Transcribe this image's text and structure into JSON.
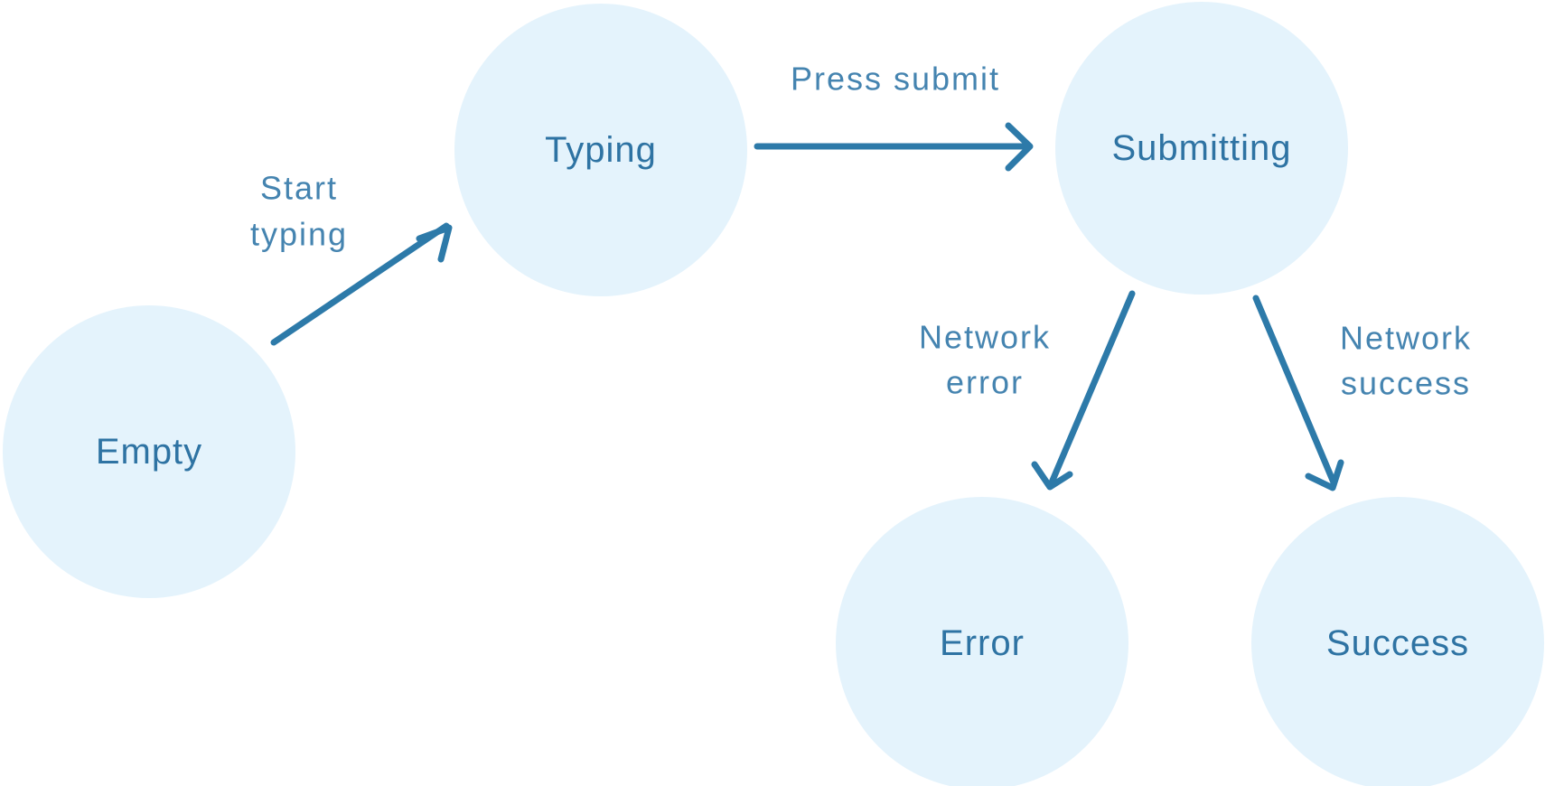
{
  "diagram": {
    "type": "state-machine",
    "colors": {
      "node_fill": "#e4f3fc",
      "node_label": "#2e73a3",
      "arrow": "#2d7aa9",
      "edge_label": "#4584b0"
    },
    "nodes": [
      {
        "id": "empty",
        "label": "Empty"
      },
      {
        "id": "typing",
        "label": "Typing"
      },
      {
        "id": "submitting",
        "label": "Submitting"
      },
      {
        "id": "error",
        "label": "Error"
      },
      {
        "id": "success",
        "label": "Success"
      }
    ],
    "edges": [
      {
        "from": "empty",
        "to": "typing",
        "label": "Start typing",
        "label_lines": [
          "Start",
          "typing"
        ]
      },
      {
        "from": "typing",
        "to": "submitting",
        "label": "Press submit",
        "label_lines": [
          "Press submit"
        ]
      },
      {
        "from": "submitting",
        "to": "error",
        "label": "Network error",
        "label_lines": [
          "Network",
          "error"
        ]
      },
      {
        "from": "submitting",
        "to": "success",
        "label": "Network success",
        "label_lines": [
          "Network",
          "success"
        ]
      }
    ]
  }
}
